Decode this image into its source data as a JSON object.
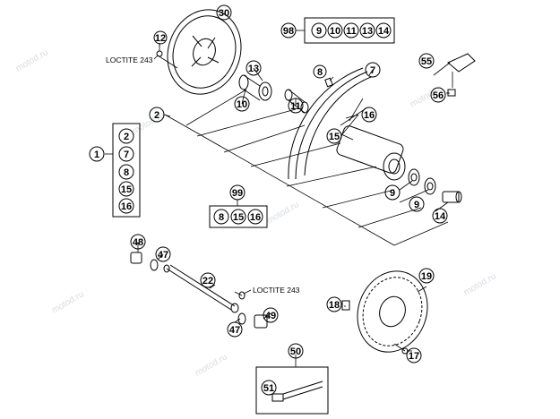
{
  "watermark": "motod.ru",
  "notes": {
    "loctite_top": "LOCTITE 243",
    "loctite_mid": "LOCTITE 243"
  },
  "callouts": {
    "n30": "30",
    "n12": "12",
    "n13": "13",
    "n11": "11",
    "n8": "8",
    "n7": "7",
    "n2": "2",
    "n10": "10",
    "n16": "16",
    "n15": "15",
    "n1": "1",
    "n55": "55",
    "n56": "56",
    "n9a": "9",
    "n9b": "9",
    "n14": "14",
    "n48": "48",
    "n47a": "47",
    "n22": "22",
    "n47b": "47",
    "n49": "49",
    "n19": "19",
    "n18": "18",
    "n17": "17",
    "n50": "50",
    "n51": "51"
  },
  "group_98": {
    "label": "98",
    "items": [
      "9",
      "10",
      "11",
      "13",
      "14"
    ]
  },
  "group_1": {
    "items": [
      "2",
      "7",
      "8",
      "15",
      "16"
    ]
  },
  "group_99": {
    "label": "99",
    "items": [
      "8",
      "15",
      "16"
    ]
  }
}
